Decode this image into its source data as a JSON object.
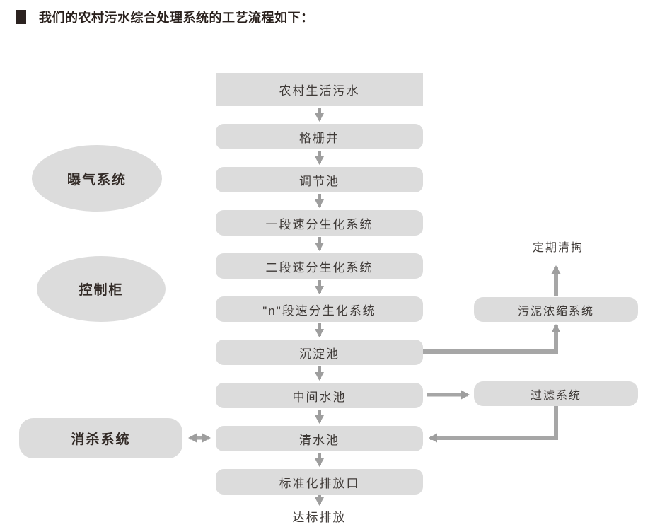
{
  "title": "我们的农村污水综合处理系统的工艺流程如下：",
  "flow": {
    "source": "农村生活污水",
    "steps": [
      "格栅井",
      "调节池",
      "一段速分生化系统",
      "二段速分生化系统",
      "\"n\"段速分生化系统",
      "沉淀池",
      "中间水池",
      "清水池",
      "标准化排放口"
    ],
    "result": "达标排放"
  },
  "aux": {
    "aeration_system": "曝气系统",
    "control_cabinet": "控制柜",
    "disinfection_system": "消杀系统",
    "sludge_thickening_system": "污泥浓缩系统",
    "filtration_system": "过滤系统",
    "periodic_cleanout": "定期清掏"
  },
  "colors": {
    "node_fill": "#dcdcdc",
    "arrow": "#9e9e9e",
    "title_text": "#2a211d",
    "node_text": "#3f3a37",
    "side_label_text": "#332b27"
  }
}
